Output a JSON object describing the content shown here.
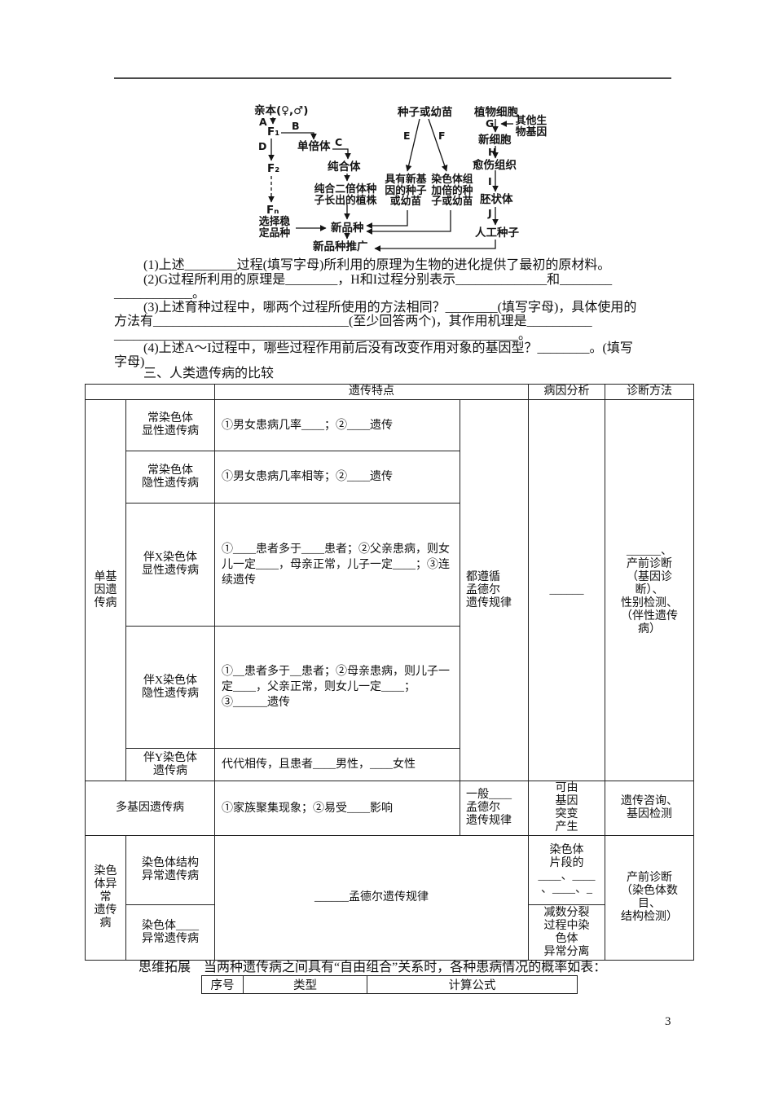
{
  "page_number": "3",
  "flowchart": {
    "qinben": "亲本(♀,♂)",
    "f1": "F₁",
    "f2": "F₂",
    "fn": "Fₙ",
    "label_a": "A",
    "label_b": "B",
    "label_c": "C",
    "label_d": "D",
    "label_e": "E",
    "label_f": "F",
    "label_g": "G",
    "label_h": "H",
    "label_i": "I",
    "label_j": "J",
    "danbeiti": "单倍体",
    "chunheti": "纯合体",
    "xuanze_wending": "选择稳\n定品种",
    "chunhe_zhizhu": "纯合二倍体种\n子长出的植株",
    "xin_pinzhong": "新品种",
    "xin_pinzhong_tuiguang": "新品种推广",
    "zhongzi_youmiao": "种子或幼苗",
    "xin_jiyin_zhongzi": "具有新基\n因的种子\n或幼苗",
    "ranseti_jiabei": "染色体组\n加倍的种\n子或幼苗",
    "zhiwu_xibao": "植物细胞",
    "qita_jiyin": "其他生\n物基因",
    "xin_xibao": "新细胞",
    "yushang_zuzhi": "愈伤组织",
    "peizhuangti": "胚状体",
    "rengong_zhongzi": "人工种子"
  },
  "questions": {
    "q1": "(1)上述________过程(填写字母)所利用的原理为生物的进化提供了最初的原材料。",
    "q2a": "(2)G过程所利用的原理是________，H和I过程分别表示______________和________",
    "q2b": "____________。",
    "q3a": "(3)上述育种过程中，哪两个过程所使用的方法相同？________(填写字母)，具体使用的",
    "q3b": "方法有______________________________(至少回答两个)，其作用机理是__________",
    "q3c": "______________________________________________________________。",
    "q4a": "(4)上述A～I过程中，哪些过程作用前后没有改变作用对象的基因型？________。(填写",
    "q4b": "字母)",
    "section_heading": "三、人类遗传病的比较"
  },
  "table": {
    "header": {
      "trait": "遗传特点",
      "cause": "病因分析",
      "diagnosis": "诊断方法"
    },
    "group_monogenic": "单基\n因遗\n传病",
    "group_chromosomal": "染色\n体异\n常\n遗传\n病",
    "rows": {
      "ad": {
        "type": "常染色体\n显性遗传病",
        "trait": "①男女患病几率____；②____遗传"
      },
      "ar": {
        "type": "常染色体\n隐性遗传病",
        "trait": "①男女患病几率相等；②____遗传"
      },
      "xd": {
        "type": "伴X染色体\n显性遗传病",
        "trait": "①____患者多于____患者；②父亲患病，则女儿一定____，母亲正常，儿子一定____；③连续遗传"
      },
      "xr": {
        "type": "伴X染色体\n隐性遗传病",
        "trait": "①__患者多于__患者；②母亲患病，则儿子一定____，父亲正常，则女儿一定____；③______遗传"
      },
      "y": {
        "type": "伴Y染色体\n遗传病",
        "trait": "代代相传，且患者____男性，____女性"
      },
      "polygenic": {
        "type": "多基因遗传病",
        "trait": "①家族聚集现象；②易受____影响",
        "law": "一般____\n孟德尔\n遗传规律",
        "cause": "可由\n基因\n突变\n产生",
        "diagnosis": "遗传咨询、\n基因检测"
      },
      "structural": {
        "type": "染色体结构\n异常遗传病",
        "cause": "染色体\n片段的\n____、____\n、____、_"
      },
      "numerical": {
        "type": "染色体____\n异常遗传病",
        "cause": "减数分裂\n过程中染\n色体\n异常分离"
      }
    },
    "monogenic_law": "都遵循\n孟德尔\n遗传规律",
    "monogenic_cause": "______",
    "monogenic_diagnosis": "______、\n产前诊断\n（基因诊\n断）、\n性别检测、\n（伴性遗传\n病）",
    "chromosomal_trait": "______孟德尔遗传规律",
    "chromosomal_diagnosis": "产前诊断\n（染色体数\n目、\n结构检测）"
  },
  "extension": {
    "lead": "思维拓展　当两种遗传病之间具有“自由组合”关系时，各种患病情况的概率如表：",
    "mini_headers": [
      "序号",
      "类型",
      "计算公式"
    ]
  }
}
